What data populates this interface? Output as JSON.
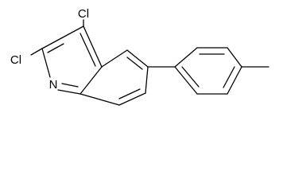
{
  "molecule": {
    "atoms": {
      "cl4": "Cl",
      "cl2": "Cl",
      "n1": "N"
    }
  }
}
